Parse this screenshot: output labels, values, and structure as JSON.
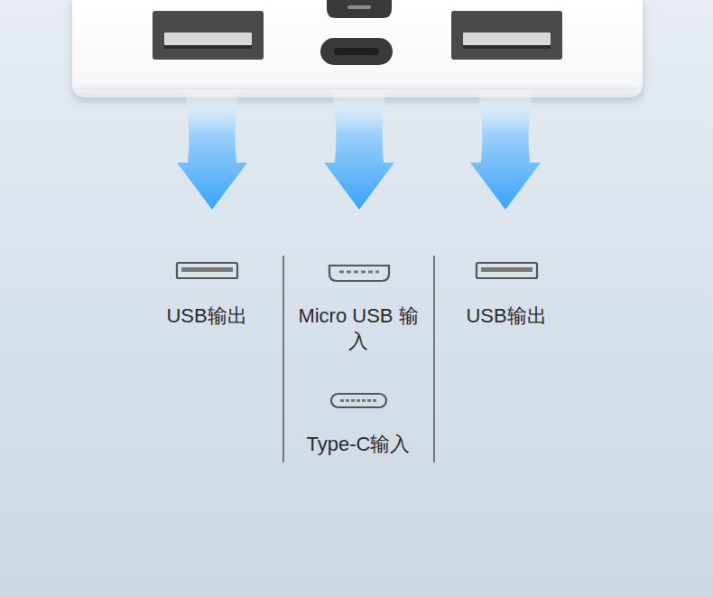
{
  "diagram": {
    "labels": [
      "USB输出",
      "Micro USB 输入",
      "Type-C输入",
      "USB输出"
    ]
  }
}
